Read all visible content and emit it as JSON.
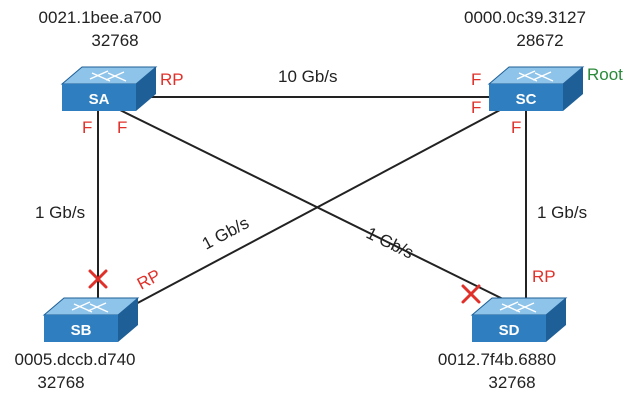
{
  "colors": {
    "link": "#222222",
    "port_label": "#e0302a",
    "root_label": "#2a8a3a",
    "blocked_mark": "#e0302a",
    "switch_front": "#2f7fc0",
    "switch_top": "#8ec3ea",
    "switch_side": "#1d5f96"
  },
  "switches": [
    {
      "name": "SA",
      "mac": "0021.1bee.a700",
      "priority": "32768"
    },
    {
      "name": "SC",
      "mac": "0000.0c39.3127",
      "priority": "28672",
      "root_label": "Root"
    },
    {
      "name": "SB",
      "mac": "0005.dccb.d740",
      "priority": "32768"
    },
    {
      "name": "SD",
      "mac": "0012.7f4b.6880",
      "priority": "32768"
    }
  ],
  "links": [
    {
      "from": "SA",
      "to": "SC",
      "speed": "10 Gb/s"
    },
    {
      "from": "SA",
      "to": "SB",
      "speed": "1 Gb/s"
    },
    {
      "from": "SA",
      "to": "SD",
      "speed": "1 Gb/s"
    },
    {
      "from": "SC",
      "to": "SB",
      "speed": "1 Gb/s"
    },
    {
      "from": "SC",
      "to": "SD",
      "speed": "1 Gb/s"
    }
  ],
  "port_roles": {
    "sa_to_sc": "RP",
    "sc_to_sa": "F",
    "sc_to_sb": "F",
    "sc_to_sd": "F",
    "sa_to_sb": "F",
    "sa_to_sd": "F",
    "sb_to_sc": "RP",
    "sd_to_sc": "RP"
  },
  "blocked_ports": [
    "SB-to-SA",
    "SD-to-SA"
  ]
}
